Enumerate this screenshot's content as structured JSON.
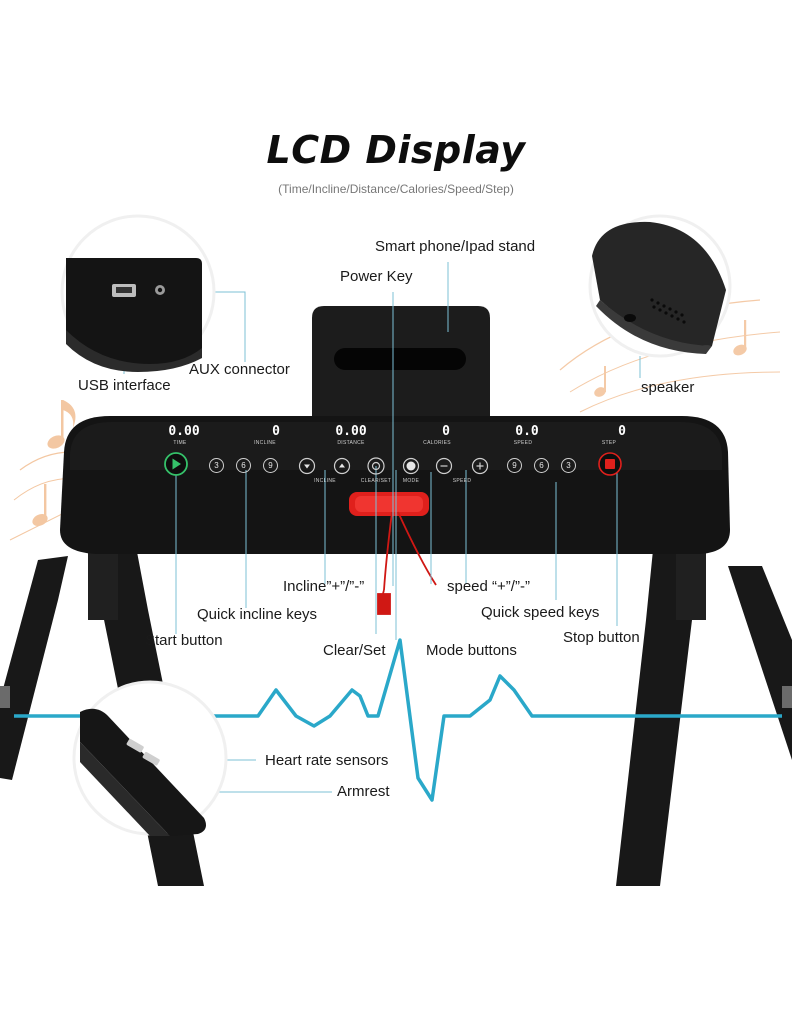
{
  "title": "LCD Display",
  "subtitle": "(Time/Incline/Distance/Calories/Speed/Step)",
  "labels": {
    "phone_stand": "Smart phone/Ipad stand",
    "power_key": "Power Key",
    "aux": "AUX connector",
    "usb": "USB interface",
    "speaker": "speaker",
    "incline_pm": "Incline”+”/”-”",
    "speed_pm": "speed “+”/”-”",
    "quick_incline": "Quick incline keys",
    "quick_speed": "Quick speed keys",
    "start": "Start button",
    "stop": "Stop button",
    "clear_set": "Clear/Set",
    "mode_buttons": "Mode buttons",
    "heart_rate": "Heart rate sensors",
    "armrest": "Armrest"
  },
  "console": {
    "displays": [
      {
        "value": "0.00",
        "label": "TIME"
      },
      {
        "value": "0",
        "label": "INCLINE"
      },
      {
        "value": "0.00",
        "label": "DISTANCE"
      },
      {
        "value": "0",
        "label": "CALORIES"
      },
      {
        "value": "0.0",
        "label": "SPEED"
      },
      {
        "value": "0",
        "label": "STEP"
      }
    ],
    "incline_keys": [
      "3",
      "6",
      "9"
    ],
    "speed_keys": [
      "9",
      "6",
      "3"
    ],
    "incline_text": "INCLINE",
    "clear_text": "CLEAR/SET",
    "mode_text": "MODE",
    "speed_text": "SPEED"
  },
  "colors": {
    "accent_line": "#2aa8c9",
    "console_black": "#141414",
    "stop_red": "#e0201c",
    "start_green": "#35c26a",
    "music_notes": "#f0b583"
  }
}
